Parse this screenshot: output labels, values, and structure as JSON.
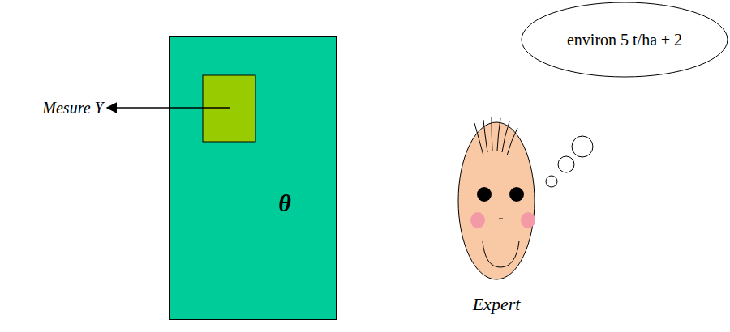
{
  "diagram": {
    "nodes": [
      {
        "text": [
          "θ"
        ]
      },
      {
        "text": [
          "environ 5 t/ha ± 2"
        ]
      }
    ],
    "labels": [
      "Mesure Y",
      "Expert"
    ]
  }
}
